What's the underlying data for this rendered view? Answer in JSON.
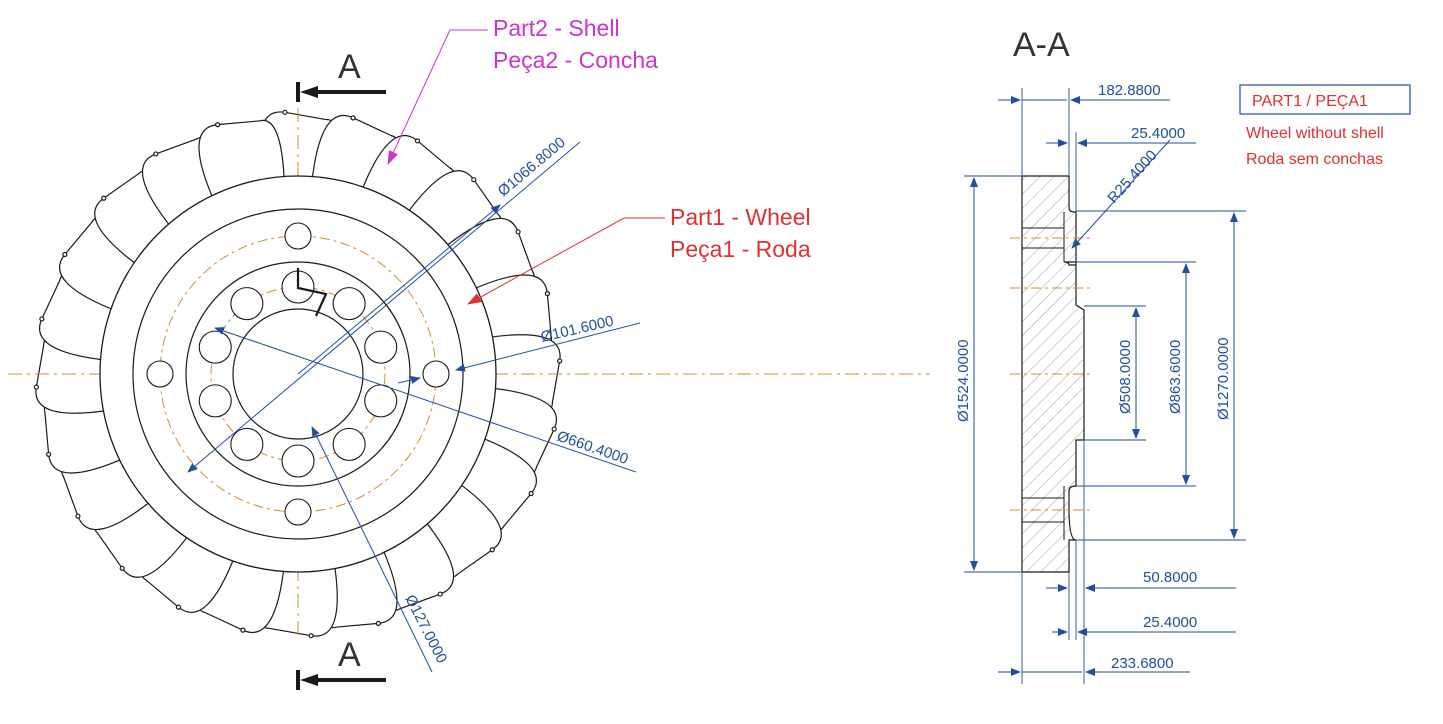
{
  "colors": {
    "outline": "#1a1a1a",
    "center": "#d98a2b",
    "dimension": "#1f4ea3",
    "part1": "#e03030",
    "part2": "#cc33cc",
    "hatch": "#777777"
  },
  "section_marks": {
    "top": "A",
    "bottom": "A",
    "view_title": "A-A"
  },
  "callouts": {
    "part2_line1": "Part2 - Shell",
    "part2_line2": "Peça2  - Concha",
    "part1_line1": "Part1 - Wheel",
    "part1_line2": "Peça1  - Roda"
  },
  "front_dims": {
    "d1066": "Ø1066.8000",
    "d101": "Ø101.6000",
    "d660": "Ø660.4000",
    "d127": "Ø127.0000"
  },
  "section_dims": {
    "w182": "182.8800",
    "w25a": "25.4000",
    "r25": "R25.4000",
    "h1524": "Ø1524.0000",
    "h508": "Ø508.0000",
    "h863": "Ø863.6000",
    "h1270": "Ø1270.0000",
    "w50": "50.8000",
    "w25b": "25.4000",
    "w233": "233.6800"
  },
  "info_box": {
    "title": "PART1 / PEÇA1",
    "line1": "Wheel without shell",
    "line2": "Roda sem conchas"
  }
}
